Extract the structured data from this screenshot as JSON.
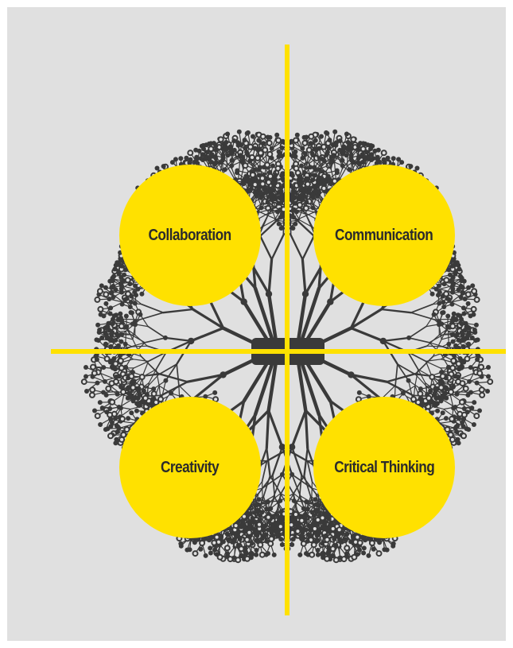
{
  "colors": {
    "background": "#e0e0e0",
    "accent": "#ffe100",
    "circuit": "#3a3a3a",
    "label": "#2b2b2b"
  },
  "quadrants": [
    {
      "id": "top-left",
      "label": "Collaboration"
    },
    {
      "id": "top-right",
      "label": "Communication"
    },
    {
      "id": "bottom-left",
      "label": "Creativity"
    },
    {
      "id": "bottom-right",
      "label": "Critical Thinking"
    }
  ]
}
